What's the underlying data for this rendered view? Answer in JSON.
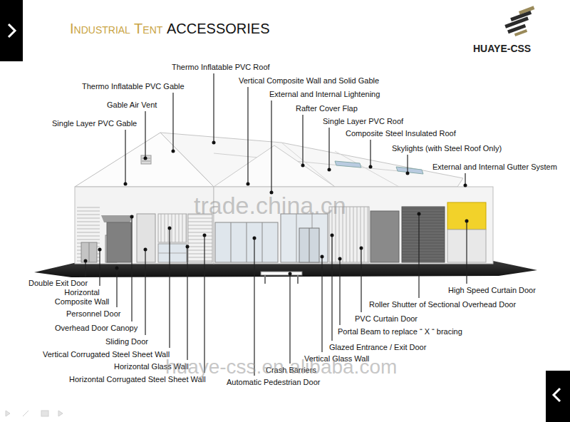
{
  "diagram": {
    "title": "Industrial Tent",
    "labels": [
      "ACCESSORIES",
      "HUAYE-CSS",
      "Thermo Inflatable PVC Roof",
      "Thermo Inflatable PVC Gable",
      "Vertical Composite Wall and Solid Gable",
      "External and Internal Lightening",
      "Gable Air Vent",
      "Rafter Cover Flap",
      "Single Layer PVC Roof",
      "Single Layer PVC Gable",
      "Composite Steel Insulated Roof",
      "Skylights (with Steel Roof Only)",
      "External and Internal Gutter System",
      "Double Exit Door",
      "Horizontal Composite Wall",
      "Personnel Door",
      "Overhead Door Canopy",
      "Sliding Door",
      "Vertical Corrugated Steel Sheet Wall",
      "Horizontal Glass Wall",
      "Horizontal Corrugated Steel Sheet Wall",
      "Automatic Pedestrian Door",
      "Crash Barriers",
      "Vertical Glass Wall",
      "Glazed Entrance / Exit Door",
      "Portal Beam to replace “ X “ bracing",
      "PVC Curtain Door",
      "Roller Shutter of Sectional Overhead Door",
      "High Speed Curtain Door",
      "trade.china.cn",
      "huaye-css.en.alibaba.com"
    ]
  }
}
